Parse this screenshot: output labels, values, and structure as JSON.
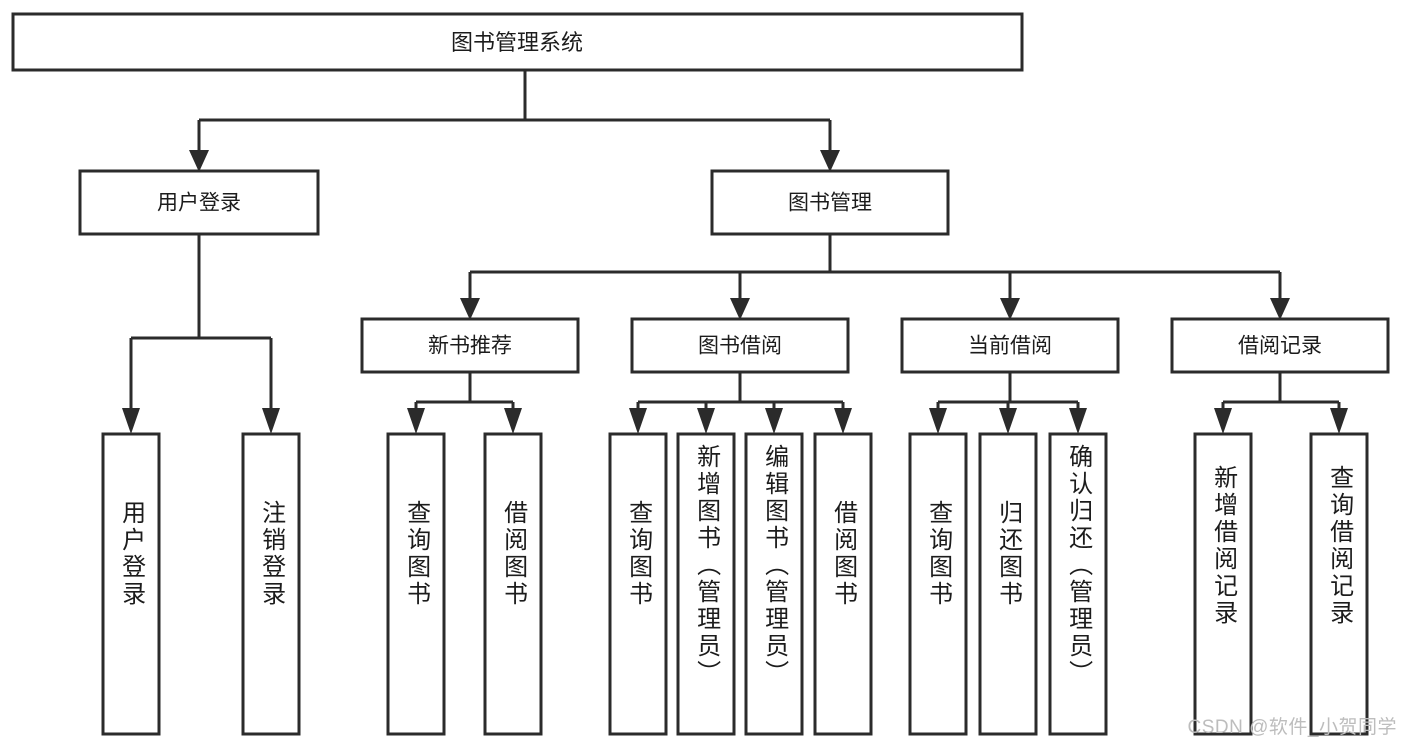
{
  "diagram": {
    "type": "hierarchy-tree",
    "title_node": {
      "label": "图书管理系统"
    },
    "level2": [
      {
        "label": "用户登录"
      },
      {
        "label": "图书管理"
      }
    ],
    "level3": [
      {
        "label": "新书推荐"
      },
      {
        "label": "图书借阅"
      },
      {
        "label": "当前借阅"
      },
      {
        "label": "借阅记录"
      }
    ],
    "leaves": {
      "user_login": [
        {
          "label": "用户登录"
        },
        {
          "label": "注销登录"
        }
      ],
      "new_book_recommend": [
        {
          "label": "查询图书"
        },
        {
          "label": "借阅图书"
        }
      ],
      "book_borrow": [
        {
          "label": "查询图书"
        },
        {
          "label": "新增图书（管理员）"
        },
        {
          "label": "编辑图书（管理员）"
        },
        {
          "label": "借阅图书"
        }
      ],
      "current_borrow": [
        {
          "label": "查询图书"
        },
        {
          "label": "归还图书"
        },
        {
          "label": "确认归还（管理员）"
        }
      ],
      "borrow_record": [
        {
          "label": "新增借阅记录"
        },
        {
          "label": "查询借阅记录"
        }
      ]
    }
  },
  "watermark": {
    "text": "CSDN @软件_小贺同学"
  },
  "colors": {
    "stroke": "#2b2b2b",
    "box_fill": "#ffffff",
    "text": "#1c1c1c",
    "watermark": "#bdbdbd",
    "background": "#ffffff"
  }
}
